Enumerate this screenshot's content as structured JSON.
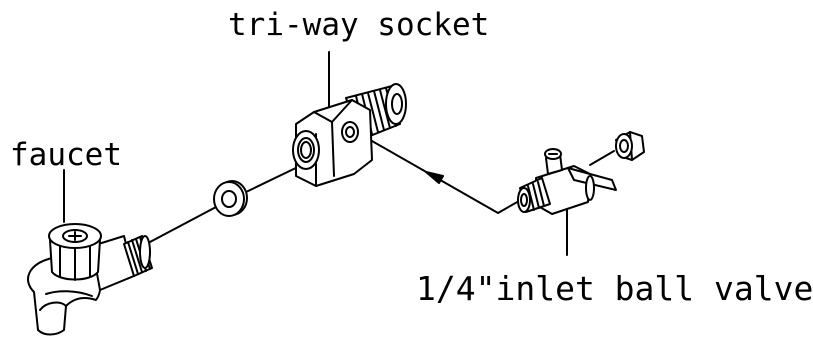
{
  "labels": {
    "tri_way_socket": "tri-way socket",
    "faucet": "faucet",
    "inlet_ball_valve": "1/4\"inlet ball valve"
  },
  "colors": {
    "line": "#000000",
    "background": "#ffffff"
  }
}
